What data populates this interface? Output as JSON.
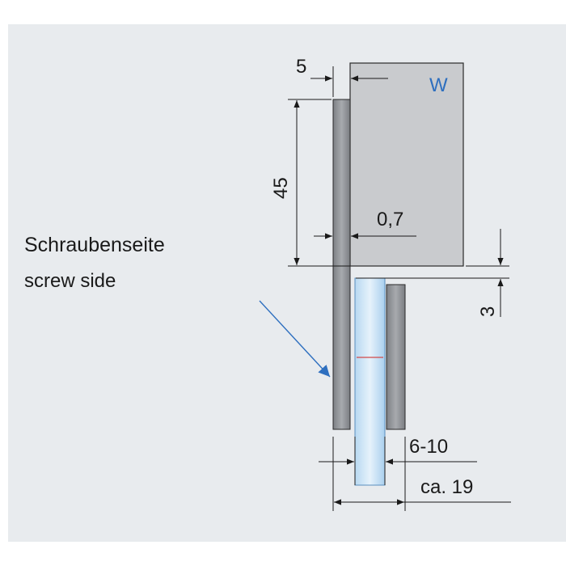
{
  "labels": {
    "panel_mark": "W",
    "screw_side_de": "Schraubenseite",
    "screw_side_en": "screw side"
  },
  "dimensions": {
    "offset_top": "5",
    "height": "45",
    "gap": "0,7",
    "drop": "3",
    "glass_range": "6-10",
    "total_width": "ca. 19"
  },
  "colors": {
    "background": "#e8ebee",
    "panel": "#c9cbce",
    "panel_stroke": "#2a2a2a",
    "hinge_plate": "#8f9296",
    "glass": "#cde4f5",
    "glass_edge": "#8fc0e6",
    "accent_blue": "#2e6fbf",
    "arrow_blue": "#3a7ec6",
    "red_mark": "#d24a4a",
    "line": "#1a1a1a"
  }
}
